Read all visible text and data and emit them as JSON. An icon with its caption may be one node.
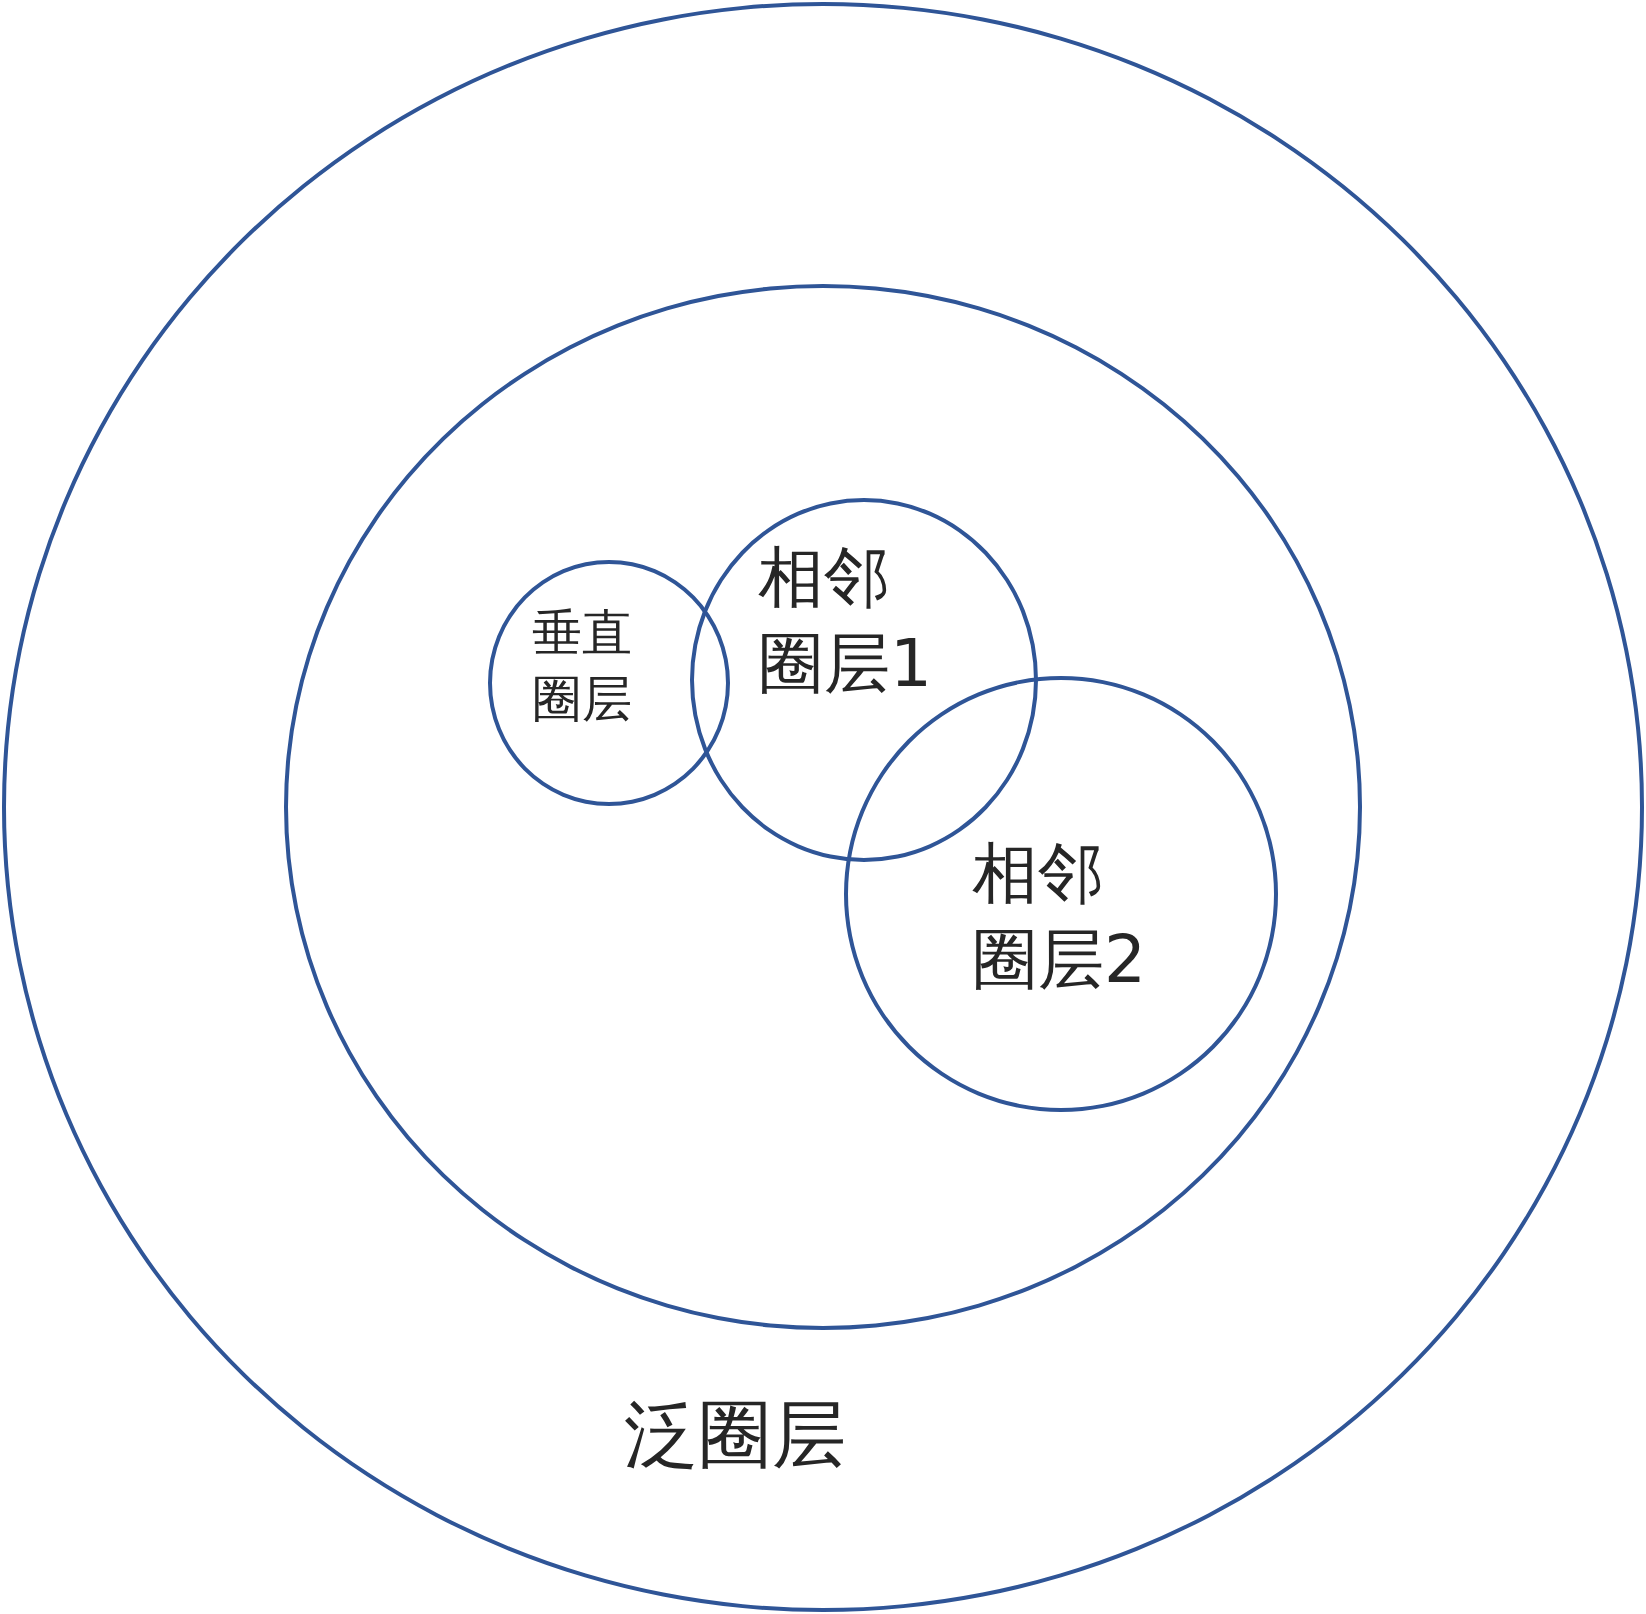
{
  "diagram": {
    "nodes": [
      {
        "text": [
          "泛圈层"
        ]
      },
      {
        "text": [],
        "shape": "circle",
        "in": 0
      },
      {
        "text": [
          "垂直圈层"
        ],
        "in": 1
      },
      {
        "text": [
          "相邻圈层1"
        ],
        "in": 1
      },
      {
        "text": [
          "相邻圈层2"
        ],
        "in": 1
      }
    ]
  }
}
